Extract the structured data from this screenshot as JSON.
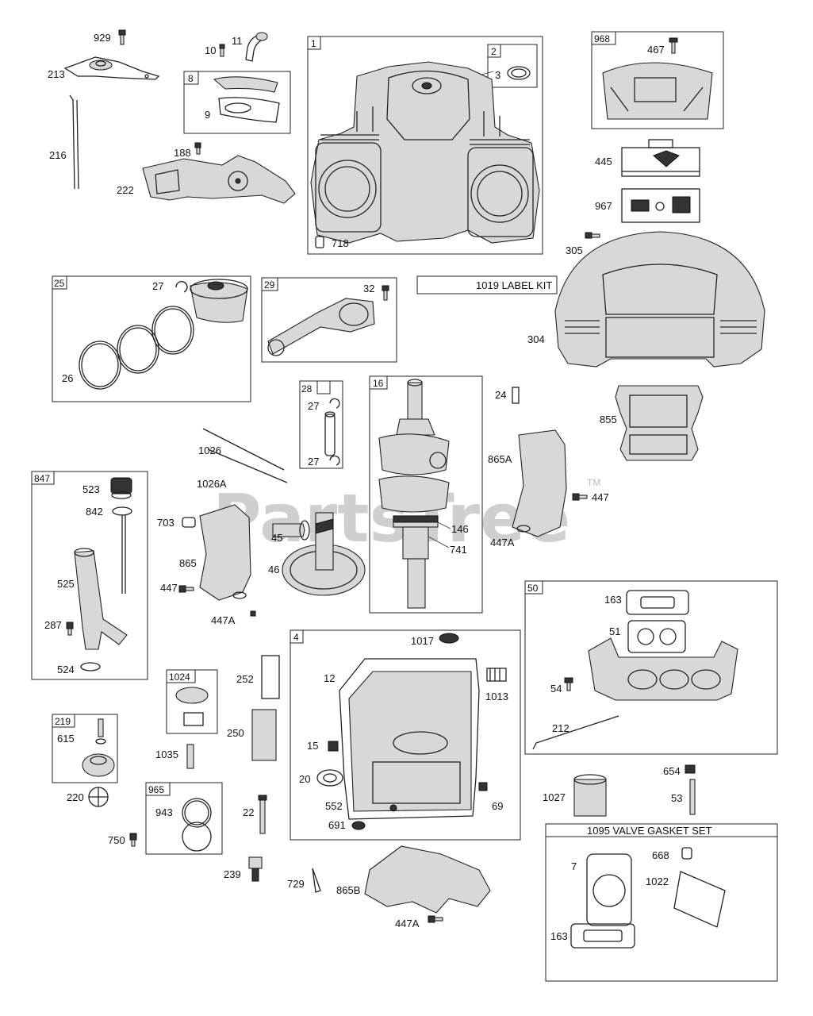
{
  "watermark": {
    "text": "PartsTree",
    "tm": "TM"
  },
  "kits": {
    "label_kit": "1019 LABEL KIT",
    "valve_gasket_set": "1095 VALVE GASKET SET"
  },
  "boxes": {
    "b1": "1",
    "b2": "2",
    "b8": "8",
    "b968": "968",
    "b25": "25",
    "b29": "29",
    "b28": "28",
    "b16": "16",
    "b847": "847",
    "b50": "50",
    "b4": "4",
    "b1024": "1024",
    "b219": "219",
    "b965": "965"
  },
  "labels": {
    "l929": "929",
    "l10": "10",
    "l11": "11",
    "l213": "213",
    "l9": "9",
    "l216": "216",
    "l188": "188",
    "l222": "222",
    "l3": "3",
    "l718": "718",
    "l467": "467",
    "l445": "445",
    "l967": "967",
    "l305": "305",
    "l304": "304",
    "l27a": "27",
    "l26": "26",
    "l32": "32",
    "l27b": "27",
    "l27c": "27",
    "l24": "24",
    "l855": "855",
    "l1026": "1026",
    "l1026A": "1026A",
    "l865A": "865A",
    "l447a": "447",
    "l447A_a": "447A",
    "l146": "146",
    "l741": "741",
    "l523": "523",
    "l842": "842",
    "l703": "703",
    "l45": "45",
    "l46": "46",
    "l865": "865",
    "l447b": "447",
    "l447A_b": "447A",
    "l525": "525",
    "l287": "287",
    "l524": "524",
    "l163a": "163",
    "l51": "51",
    "l54": "54",
    "l212": "212",
    "l1017": "1017",
    "l12": "12",
    "l1013": "1013",
    "l252": "252",
    "l250": "250",
    "l15": "15",
    "l20": "20",
    "l552": "552",
    "l69": "69",
    "l691": "691",
    "l615": "615",
    "l220": "220",
    "l1035": "1035",
    "l943": "943",
    "l750": "750",
    "l22": "22",
    "l239": "239",
    "l729": "729",
    "l865B": "865B",
    "l447A_c": "447A",
    "l654": "654",
    "l53": "53",
    "l1027": "1027",
    "l7": "7",
    "l668": "668",
    "l1022": "1022",
    "l163b": "163"
  }
}
